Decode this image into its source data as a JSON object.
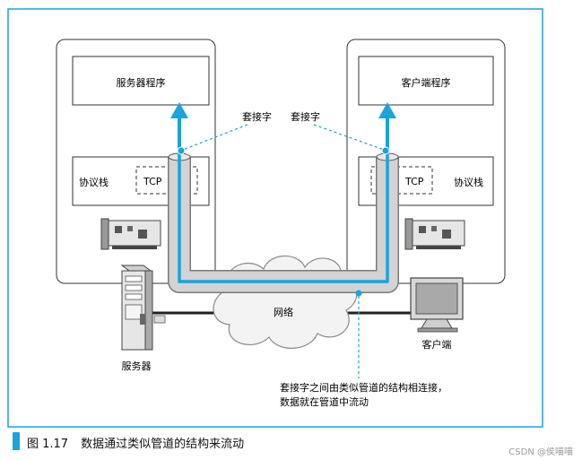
{
  "diagram": {
    "server_program": "服务器程序",
    "client_program": "客户端程序",
    "socket_left": "套接字",
    "socket_right": "套接字",
    "protocol_stack_left": "协议栈",
    "protocol_stack_right": "协议栈",
    "tcp_left": "TCP",
    "tcp_right": "TCP",
    "network": "网络",
    "server": "服务器",
    "client": "客户端",
    "note_line1": "套接字之间由类似管道的结构相连接，",
    "note_line2": "数据就在管道中流动"
  },
  "caption": {
    "number": "图 1.17",
    "text": "数据通过类似管道的结构来流动"
  },
  "watermark": "CSDN @侯喵喵",
  "colors": {
    "accent": "#1aa3dc",
    "pipe": "#bdbdbd",
    "frame": "#1aa3dc"
  }
}
